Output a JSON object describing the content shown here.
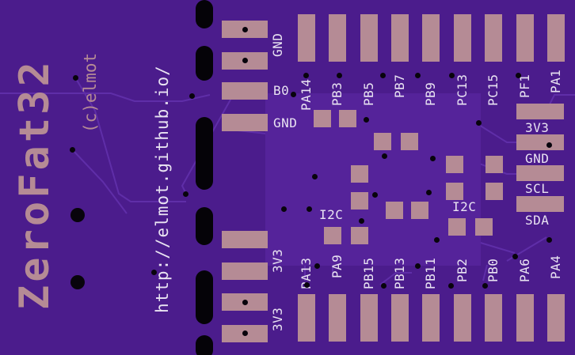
{
  "board": {
    "title": "ZeroFat32",
    "copyright": "(c)elmot",
    "url": "http://elmot.github.io/",
    "colors": {
      "pcb": "#4b1c8c",
      "silkscreen": "#e9e3f2",
      "copper": "#b58b95",
      "hole": "#08040c"
    }
  },
  "left_header": {
    "top_labels": [
      "GND",
      "B0",
      "GND"
    ],
    "bottom_labels": [
      "3V3",
      "3V3"
    ]
  },
  "top_row": {
    "labels": [
      "PA14",
      "PB3",
      "PB5",
      "PB7",
      "PB9",
      "PC13",
      "PC15",
      "PF1",
      "PA1"
    ]
  },
  "bottom_row": {
    "labels": [
      "PA13",
      "PA9",
      "PB15",
      "PB13",
      "PB11",
      "PB2",
      "PB0",
      "PA6",
      "PA4"
    ]
  },
  "right_header": {
    "labels": [
      "3V3",
      "GND",
      "SCL",
      "SDA"
    ]
  },
  "i2c_labels": [
    "I2C",
    "I2C"
  ]
}
